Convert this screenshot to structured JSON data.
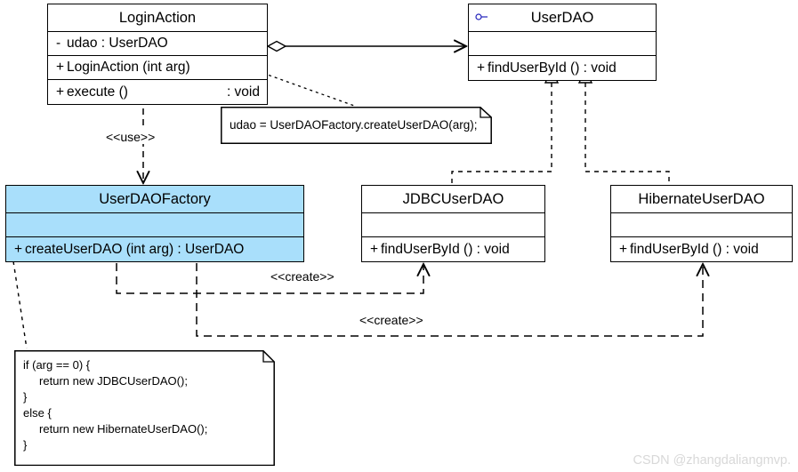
{
  "diagram": {
    "title": "UserDAO Factory UML Class Diagram",
    "accent_highlight_color": "#a9dffb",
    "line_color": "#000000",
    "background_color": "#ffffff"
  },
  "classes": {
    "login_action": {
      "name": "LoginAction",
      "attributes": [
        {
          "visibility": "-",
          "text": "udao  : UserDAO"
        }
      ],
      "operations": [
        {
          "visibility": "+",
          "text": "LoginAction (int arg)",
          "return": ""
        },
        {
          "visibility": "+",
          "text": "execute ()",
          "return": ": void"
        }
      ]
    },
    "user_dao": {
      "name": "UserDAO",
      "stereotype_icon": "interface-lollipop-icon",
      "attributes": [],
      "operations": [
        {
          "visibility": "+",
          "text": "findUserById () : void",
          "return": ""
        }
      ]
    },
    "user_dao_factory": {
      "name": "UserDAOFactory",
      "highlighted": true,
      "attributes": [],
      "operations": [
        {
          "visibility": "+",
          "text": "createUserDAO (int arg)  : UserDAO",
          "return": ""
        }
      ]
    },
    "jdbc_user_dao": {
      "name": "JDBCUserDAO",
      "attributes": [],
      "operations": [
        {
          "visibility": "+",
          "text": "findUserById ()  : void",
          "return": ""
        }
      ]
    },
    "hibernate_user_dao": {
      "name": "HibernateUserDAO",
      "attributes": [],
      "operations": [
        {
          "visibility": "+",
          "text": "findUserById ()  : void",
          "return": ""
        }
      ]
    }
  },
  "notes": {
    "assignment_note": {
      "text": "udao = UserDAOFactory.createUserDAO(arg);"
    },
    "factory_code_note": {
      "text": "if (arg == 0) {\n     return new JDBCUserDAO();\n}\nelse {\n     return new HibernateUserDAO();\n}"
    }
  },
  "edges": {
    "use_label": "<<use>>",
    "create_label_jdbc": "<<create>>",
    "create_label_hibernate": "<<create>>"
  },
  "watermark": {
    "text": "CSDN @zhangdaliangmvp."
  }
}
